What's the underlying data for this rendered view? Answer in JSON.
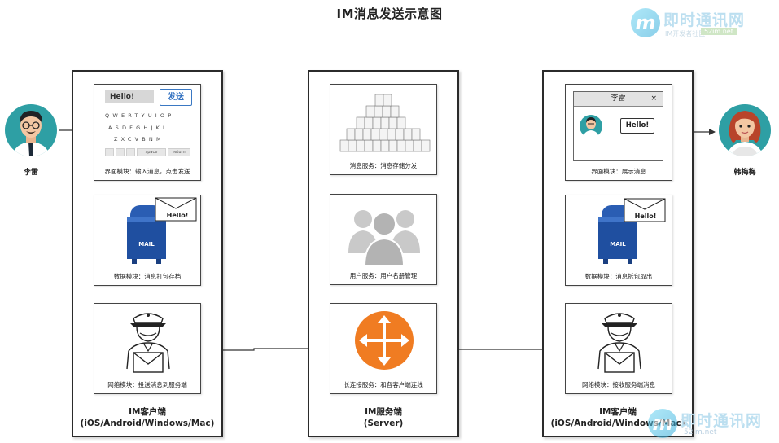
{
  "title": "IM消息发送示意图",
  "watermark": {
    "logo_text": "m",
    "name": "即时通讯网",
    "subtitle": "IM开发者社区",
    "url_top": "52im.net",
    "url_bottom": "52im.net"
  },
  "people": {
    "sender": "李雷",
    "receiver": "韩梅梅"
  },
  "columns": {
    "client_left": {
      "caption_line1": "IM客户端",
      "caption_line2": "(iOS/Android/Windows/Mac)"
    },
    "server": {
      "caption_line1": "IM服务端",
      "caption_line2": "(Server)"
    },
    "client_right": {
      "caption_line1": "IM客户端",
      "caption_line2": "(iOS/Android/Windows/Mac)"
    }
  },
  "modules": {
    "left_ui": "界面模块：输入消息，点击发送",
    "left_data": "数据模块：消息打包存档",
    "left_net": "网络模块：投送消息到服务端",
    "server_msg": "消息服务：消息存储分发",
    "server_user": "用户服务：用户名册管理",
    "server_conn": "长连接服务：和各客户端连线",
    "right_ui": "界面模块：展示消息",
    "right_data": "数据模块：消息拆包取出",
    "right_net": "网络模块：接收服务端消息"
  },
  "keyboard": {
    "input_text": "Hello!",
    "send_label": "发送",
    "row1": "QWERTYUIOP",
    "row2": "ASDFGHJKL",
    "row3": "ZXCVBNM",
    "space": "space",
    "return": "return"
  },
  "chat_window": {
    "title": "李雷",
    "close": "×",
    "message": "Hello!"
  },
  "envelope_text": "Hello!",
  "mailbox_text": "MAIL",
  "colors": {
    "border": "#2b2b2b",
    "arrow": "#333333",
    "accent_blue": "#2f6fc0",
    "router_orange": "#f07c22",
    "mailbox_blue": "#1f4fa0",
    "avatar_teal": "#2e9fa4"
  }
}
